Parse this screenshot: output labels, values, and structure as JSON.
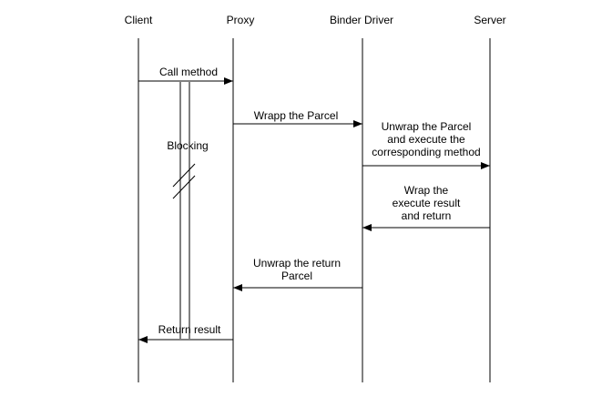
{
  "participants": [
    {
      "name": "Client"
    },
    {
      "name": "Proxy"
    },
    {
      "name": "Binder Driver"
    },
    {
      "name": "Server"
    }
  ],
  "messages": [
    {
      "label": "Call method"
    },
    {
      "label": "Wrapp the Parcel"
    },
    {
      "lines": [
        "Unwrap the Parcel",
        "and execute the",
        "corresponding method"
      ]
    },
    {
      "lines": [
        "Wrap the",
        "execute result",
        "and return"
      ]
    },
    {
      "lines": [
        "Unwrap the return",
        "Parcel"
      ]
    },
    {
      "label": "Return result"
    }
  ],
  "blocking_label": "Blocking",
  "colors": {
    "line": "#000000",
    "background": "#ffffff"
  }
}
